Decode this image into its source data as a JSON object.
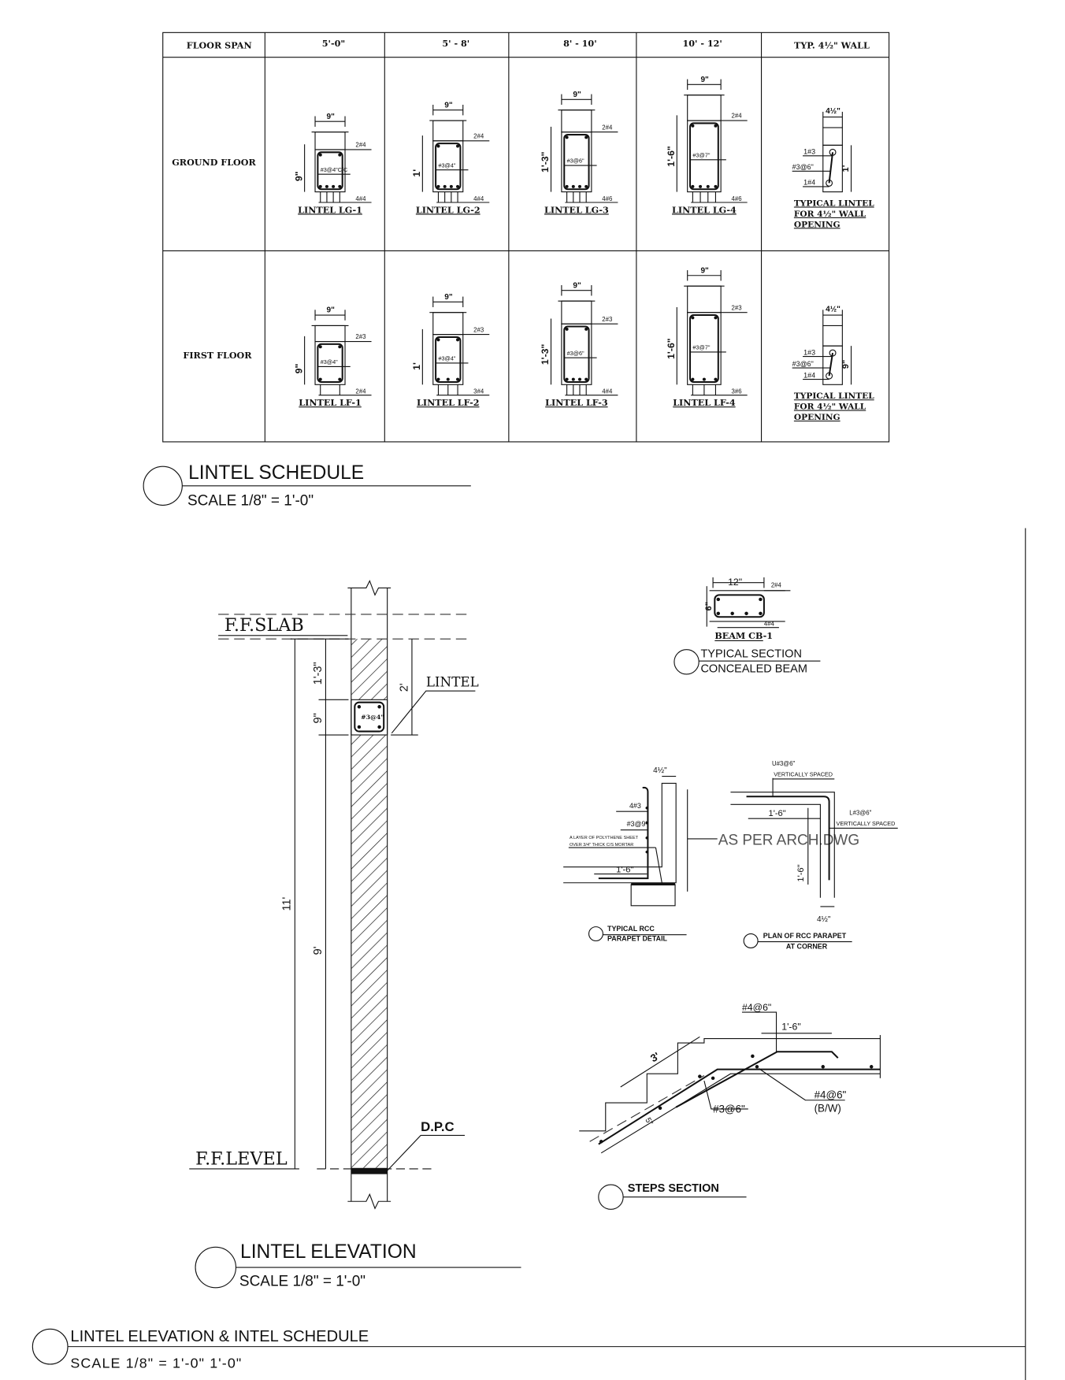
{
  "schedule": {
    "headers": [
      "FLOOR SPAN",
      "5'-0\"",
      "5' - 8'",
      "8' - 10'",
      "10' - 12'",
      "TYP. 4½\" WALL"
    ],
    "rows": [
      {
        "label": "GROUND FLOOR",
        "sections": [
          {
            "name": "LINTEL LG-1",
            "width": "9\"",
            "depth": "9\"",
            "top": "2#4",
            "stirrup": "#3@4\"C/C",
            "bottom": "4#4",
            "bottom_count": 4
          },
          {
            "name": "LINTEL LG-2",
            "width": "9\"",
            "depth": "1'",
            "top": "2#4",
            "stirrup": "#3@4\"",
            "bottom": "4#4",
            "bottom_count": 4
          },
          {
            "name": "LINTEL LG-3",
            "width": "9\"",
            "depth": "1'-3\"",
            "top": "2#4",
            "stirrup": "#3@6\"",
            "bottom": "4#6",
            "bottom_count": 4
          },
          {
            "name": "LINTEL LG-4",
            "width": "9\"",
            "depth": "1'-6\"",
            "top": "2#4",
            "stirrup": "#3@7\"",
            "bottom": "4#6",
            "bottom_count": 4
          }
        ],
        "typical": {
          "width": "4½\"",
          "depth": "1'",
          "top": "1#3",
          "stirrup": "#3@6\"",
          "bottom": "1#4",
          "caption": [
            "TYPICAL LINTEL",
            "FOR 4½\" WALL",
            "OPENING"
          ]
        }
      },
      {
        "label": "FIRST FLOOR",
        "sections": [
          {
            "name": "LINTEL LF-1",
            "width": "9\"",
            "depth": "9\"",
            "top": "2#3",
            "stirrup": "#3@4\"",
            "bottom": "2#4",
            "bottom_count": 2
          },
          {
            "name": "LINTEL LF-2",
            "width": "9\"",
            "depth": "1'",
            "top": "2#3",
            "stirrup": "#3@4\"",
            "bottom": "3#4",
            "bottom_count": 3
          },
          {
            "name": "LINTEL LF-3",
            "width": "9\"",
            "depth": "1'-3\"",
            "top": "2#3",
            "stirrup": "#3@6\"",
            "bottom": "4#4",
            "bottom_count": 4
          },
          {
            "name": "LINTEL LF-4",
            "width": "9\"",
            "depth": "1'-6\"",
            "top": "2#3",
            "stirrup": "#3@7\"",
            "bottom": "3#6",
            "bottom_count": 3
          }
        ],
        "typical": {
          "width": "4½\"",
          "depth": "9\"",
          "top": "1#3",
          "stirrup": "#3@6\"",
          "bottom": "1#4",
          "caption": [
            "TYPICAL LINTEL",
            "FOR 4½\" WALL",
            "OPENING"
          ]
        }
      }
    ],
    "title": "LINTEL SCHEDULE",
    "scale": "SCALE  1/8\" = 1'-0\""
  },
  "elevation": {
    "slab_label": "F.F.SLAB",
    "level_label": "F.F.LEVEL",
    "lintel_label": "LINTEL",
    "dpc_label": "D.P.C",
    "bar_label": "#3@4\"",
    "dims": {
      "total": "11'",
      "top": "1'-3\"",
      "lintel": "9\"",
      "lower": "9'",
      "right": "2'"
    },
    "title": "LINTEL ELEVATION",
    "scale": "SCALE  1/8\" = 1'-0\""
  },
  "concealed_beam": {
    "width": "12\"",
    "depth": "6\"",
    "top": "2#4",
    "bottom": "4#4",
    "name": "BEAM  CB-1",
    "title": [
      "TYPICAL SECTION",
      "CONCEALED BEAM"
    ]
  },
  "parapet": {
    "thickness": "4½\"",
    "vertical_bars": "4#3",
    "distribution": "#3@9\"",
    "note": [
      "A LAYER OF POLYTHENE SHEET",
      "OVER 3/4\" THICK C/S MORTAR"
    ],
    "anchor": "1'-6\"",
    "title": [
      "TYPICAL RCC",
      "PARAPET DETAIL"
    ]
  },
  "parapet_plan": {
    "u_bar": "U#3@6\"",
    "u_note": "VERTICALLY SPACED",
    "l_bar": "L#3@6\"",
    "l_note": "VERTICALLY SPACED",
    "length_h": "1'-6\"",
    "length_v": "1'-6\"",
    "thickness": "4½\"",
    "arch_note": "AS PER ARCH.DWG",
    "title": [
      "PLAN OF RCC PARAPET",
      "AT CORNER"
    ]
  },
  "steps": {
    "top_bar": "#4@6\"",
    "anchor": "1'-6\"",
    "waist_len": "3'",
    "dist_bar": "#3@6\"",
    "bottom_bar": "#4@6\"",
    "bottom_note": "(B/W)",
    "waist": "5\"",
    "title": "STEPS SECTION"
  },
  "sheet": {
    "title": "LINTEL ELEVATION & INTEL SCHEDULE",
    "scale": "SCALE   1/8\" = 1'-0\" 1'-0\""
  }
}
